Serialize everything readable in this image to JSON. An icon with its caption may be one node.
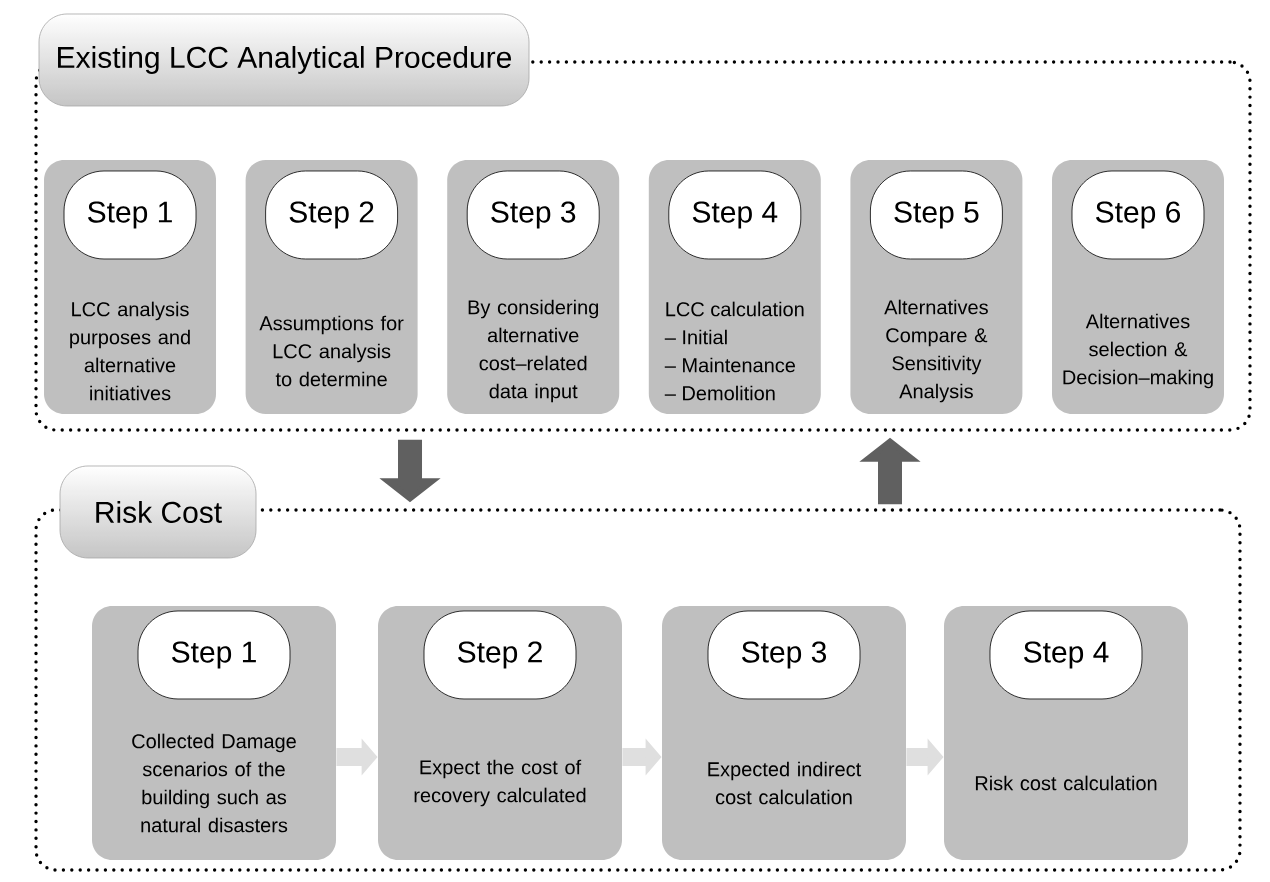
{
  "diagram": {
    "nodes": [
      {
        "text": [
          "Existing LCC Analytical Procedure"
        ]
      },
      {
        "text": [
          "Step 1",
          "LCC analysis purposes and alternative initiatives"
        ],
        "in": 0
      },
      {
        "text": [
          "Step 2",
          "Assumptions for LCC analysis to determine"
        ],
        "in": 0
      },
      {
        "text": [
          "Step 3",
          "By considering alternative cost–related data input"
        ],
        "in": 0
      },
      {
        "text": [
          "Step 4",
          "LCC calculation",
          "– Initial",
          "– Maintenance",
          "– Demolition"
        ],
        "in": 0
      },
      {
        "text": [
          "Step 5",
          "Alternatives Compare & Sensitivity Analysis"
        ],
        "in": 0
      },
      {
        "text": [
          "Step 6",
          "Alternatives selection & Decision–making"
        ],
        "in": 0
      },
      {
        "text": [
          "Risk Cost"
        ]
      },
      {
        "text": [
          "Step 1",
          "Collected Damage scenarios of the building such as natural disasters"
        ],
        "in": 7
      },
      {
        "text": [
          "Step 2",
          "Expect the cost of recovery calculated"
        ],
        "in": 7
      },
      {
        "text": [
          "Step 3",
          "Expected indirect cost calculation"
        ],
        "in": 7
      },
      {
        "text": [
          "Step 4",
          "Risk cost calculation"
        ],
        "in": 7
      }
    ],
    "edges": [
      {
        "from": 0,
        "to": 7,
        "arrow": "to",
        "color": "#606060"
      },
      {
        "from": 7,
        "to": 0,
        "arrow": "to",
        "color": "#606060"
      },
      {
        "from": 8,
        "to": 9,
        "arrow": "to"
      },
      {
        "from": 9,
        "to": 10,
        "arrow": "to"
      },
      {
        "from": 10,
        "to": 11,
        "arrow": "to"
      }
    ]
  }
}
